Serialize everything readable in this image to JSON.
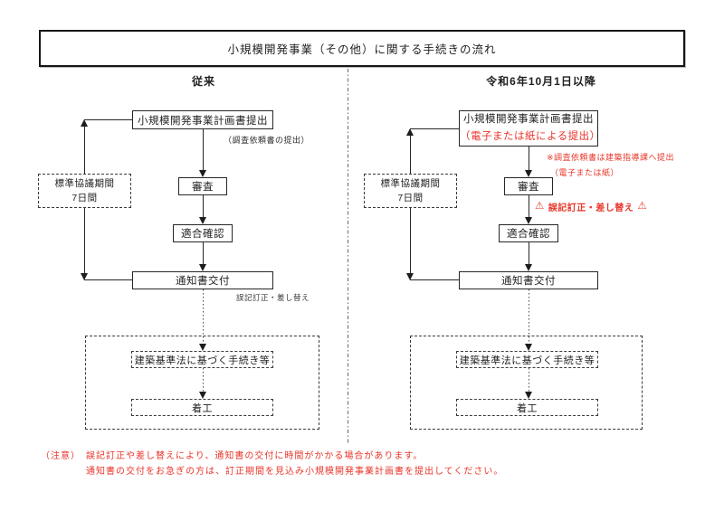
{
  "title": "小規模開発事業（その他）に関する手続きの流れ",
  "left": {
    "header": "従来",
    "plan": "小規模開発事業計画書提出",
    "plan_note": "（調査依頼書の提出）",
    "period_line1": "標準協議期間",
    "period_line2": "7日間",
    "review": "審査",
    "confirm": "適合確認",
    "notice": "通知書交付",
    "notice_note": "誤記訂正・差し替え",
    "law": "建築基準法に基づく手続き等",
    "start": "着工"
  },
  "right": {
    "header": "令和6年10月1日以降",
    "plan_line1": "小規模開発事業計画書提出",
    "plan_line2": "（電子または紙による提出）",
    "plan_note1": "※調査依頼書は建築指導課へ提出",
    "plan_note2": "（電子または紙）",
    "period_line1": "標準協議期間",
    "period_line2": "7日間",
    "review": "審査",
    "warning_icon": "⚠",
    "warning": "誤記訂正・差し替え",
    "confirm": "適合確認",
    "notice": "通知書交付",
    "law": "建築基準法に基づく手続き等",
    "start": "着工"
  },
  "footer": {
    "label": "（注意）",
    "line1": "誤記訂正や差し替えにより、通知書の交付に時間がかかる場合があります。",
    "line2": "通知書の交付をお急ぎの方は、訂正期間を見込み小規模開発事業計画書を提出してください。"
  },
  "colors": {
    "red": "#e8362b",
    "ink": "#1f1f1f"
  }
}
